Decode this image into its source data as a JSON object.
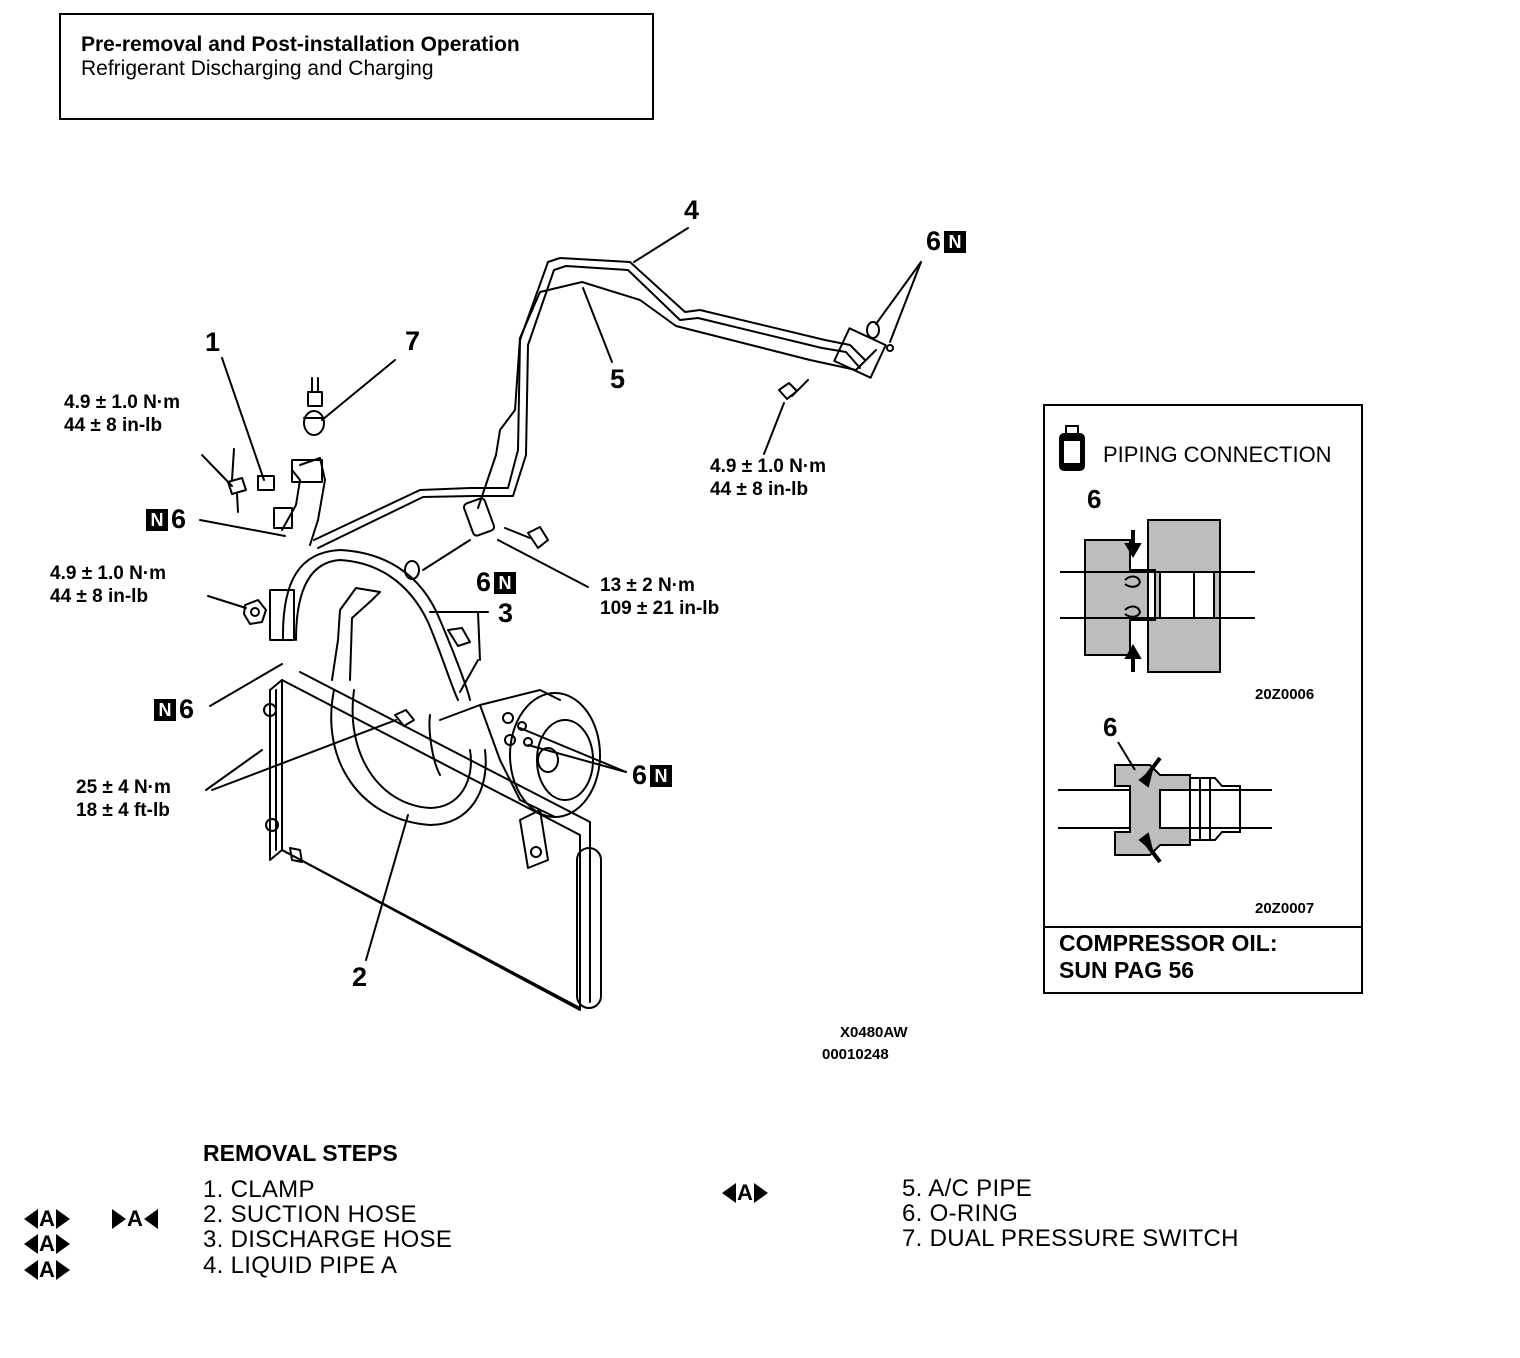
{
  "header": {
    "title": "Pre-removal and Post-installation Operation",
    "subtitle": "Refrigerant Discharging and Charging"
  },
  "callouts": {
    "c1": "1",
    "c2": "2",
    "c3": "3",
    "c4": "4",
    "c5": "5",
    "c6": "6",
    "c7": "7",
    "new_part_marker": "N"
  },
  "torques": {
    "t1_nm": "4.9 ± 1.0 N·m",
    "t1_inlb": "44 ± 8 in-lb",
    "t2_nm": "4.9 ± 1.0 N·m",
    "t2_inlb": "44 ± 8 in-lb",
    "t3_nm": "4.9 ± 1.0 N·m",
    "t3_inlb": "44 ± 8 in-lb",
    "t4_nm": "13 ± 2 N·m",
    "t4_inlb": "109 ± 21 in-lb",
    "t5_nm": "25 ± 4 N·m",
    "t5_ftlb": "18 ± 4 ft-lb"
  },
  "inset": {
    "title": "PIPING CONNECTION",
    "label_a": "6",
    "code_a": "20Z0006",
    "label_b": "6",
    "code_b": "20Z0007",
    "oil_line1": "COMPRESSOR OIL:",
    "oil_line2": "SUN PAG 56"
  },
  "figure_codes": {
    "code1": "X0480AW",
    "code2": "00010248"
  },
  "removal": {
    "heading": "REMOVAL STEPS",
    "marker": "A",
    "steps": [
      "1. CLAMP",
      "2. SUCTION HOSE",
      "3. DISCHARGE HOSE",
      "4. LIQUID PIPE A",
      "5. A/C PIPE",
      "6. O-RING",
      "7. DUAL PRESSURE SWITCH"
    ]
  }
}
